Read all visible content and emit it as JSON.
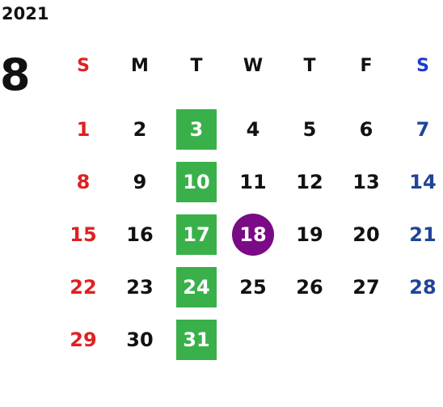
{
  "year": "2021",
  "month": "8",
  "weekdays": [
    "S",
    "M",
    "T",
    "W",
    "T",
    "F",
    "S"
  ],
  "first_weekday_index": 0,
  "days": [
    "1",
    "2",
    "3",
    "4",
    "5",
    "6",
    "7",
    "8",
    "9",
    "10",
    "11",
    "12",
    "13",
    "14",
    "15",
    "16",
    "17",
    "18",
    "19",
    "20",
    "21",
    "22",
    "23",
    "24",
    "25",
    "26",
    "27",
    "28",
    "29",
    "30",
    "31"
  ],
  "highlighted_days": [
    "3",
    "10",
    "17",
    "24",
    "31"
  ],
  "today": "18",
  "colors": {
    "sunday": "#e02020",
    "saturday_header": "#1a3cd0",
    "saturday": "#1f4499",
    "highlight": "#3ab04a",
    "today": "#7b0a86"
  }
}
